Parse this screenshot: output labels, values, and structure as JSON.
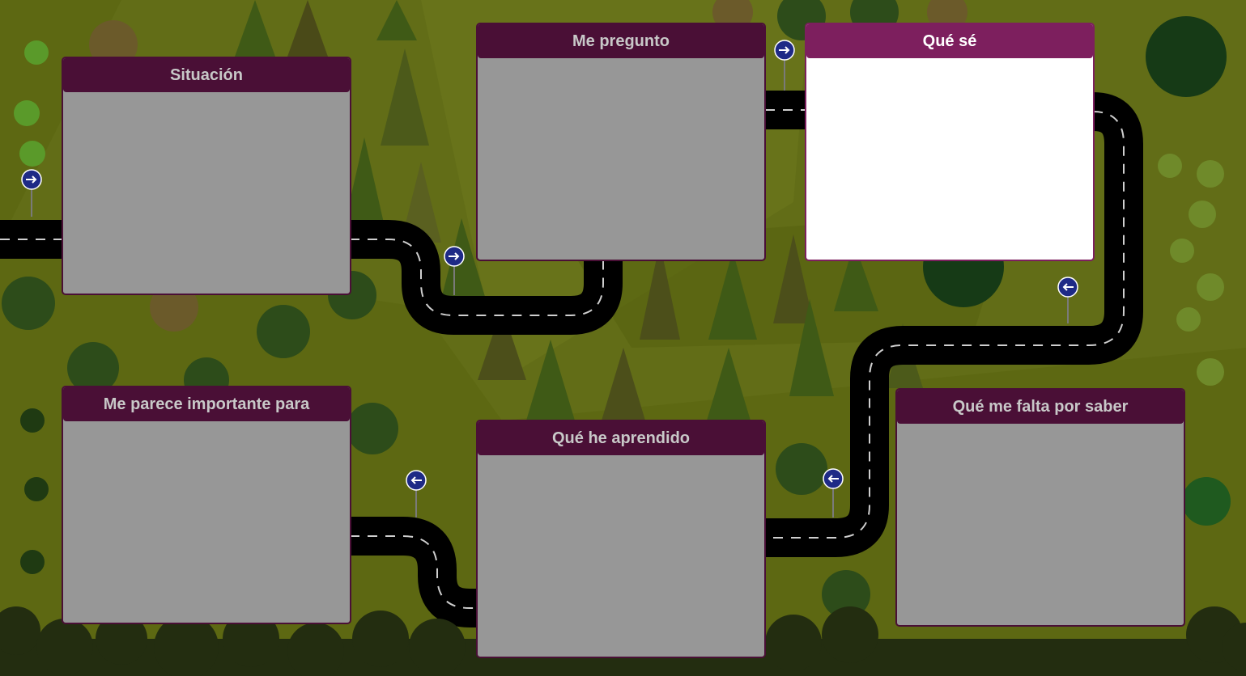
{
  "colors": {
    "background": "#5f6a12",
    "card_header": "#4a0f36",
    "card_header_active": "#7d1f5e",
    "card_body": "#979797",
    "card_body_active": "#ffffff",
    "road": "#000000",
    "sign": "#1e2a86"
  },
  "cards": [
    {
      "id": "situacion",
      "title": "Situación",
      "active": false
    },
    {
      "id": "me-pregunto",
      "title": "Me pregunto",
      "active": false
    },
    {
      "id": "que-se",
      "title": "Qué sé",
      "active": true
    },
    {
      "id": "me-parece",
      "title": "Me parece importante para",
      "active": false
    },
    {
      "id": "que-he-aprendido",
      "title": "Qué he aprendido",
      "active": false
    },
    {
      "id": "que-me-falta",
      "title": "Qué me falta por saber",
      "active": false
    }
  ],
  "signs": [
    {
      "icon": "arrow-right-sign-icon"
    },
    {
      "icon": "arrow-right-sign-icon"
    },
    {
      "icon": "arrow-right-sign-icon"
    },
    {
      "icon": "arrow-left-sign-icon"
    },
    {
      "icon": "arrow-left-sign-icon"
    },
    {
      "icon": "arrow-left-sign-icon"
    }
  ]
}
